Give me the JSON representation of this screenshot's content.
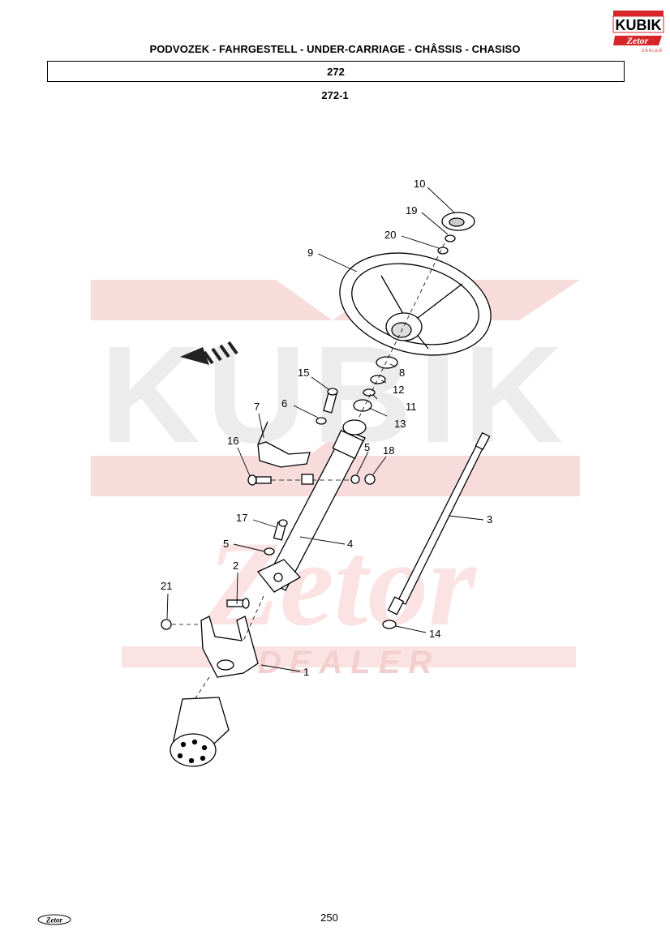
{
  "header": {
    "title": "PODVOZEK - FAHRGESTELL - UNDER-CARRIAGE - CHÂSSIS - CHASISO",
    "section": "272",
    "subsection": "272-1"
  },
  "brand": {
    "name": "KUBIK",
    "sub": "Zetor",
    "dealer": "DEALER",
    "color": "#d6262a"
  },
  "watermark": {
    "name": "KUBIK",
    "sub": "Zetor",
    "dealer": "DEALER",
    "color_red": "#f7d6d6",
    "color_gray": "#e8e8e8"
  },
  "callouts": [
    {
      "id": "c10",
      "label": "10"
    },
    {
      "id": "c19",
      "label": "19"
    },
    {
      "id": "c20",
      "label": "20"
    },
    {
      "id": "c9",
      "label": "9"
    },
    {
      "id": "c8",
      "label": "8"
    },
    {
      "id": "c12",
      "label": "12"
    },
    {
      "id": "c11",
      "label": "11"
    },
    {
      "id": "c13",
      "label": "13"
    },
    {
      "id": "c15",
      "label": "15"
    },
    {
      "id": "c6",
      "label": "6"
    },
    {
      "id": "c7",
      "label": "7"
    },
    {
      "id": "c16",
      "label": "16"
    },
    {
      "id": "c5a",
      "label": "5"
    },
    {
      "id": "c18",
      "label": "18"
    },
    {
      "id": "c3",
      "label": "3"
    },
    {
      "id": "c17",
      "label": "17"
    },
    {
      "id": "c5b",
      "label": "5"
    },
    {
      "id": "c4",
      "label": "4"
    },
    {
      "id": "c2",
      "label": "2"
    },
    {
      "id": "c21",
      "label": "21"
    },
    {
      "id": "c14",
      "label": "14"
    },
    {
      "id": "c1",
      "label": "1"
    }
  ],
  "footer": {
    "page": "250",
    "logo": "Zetor"
  }
}
